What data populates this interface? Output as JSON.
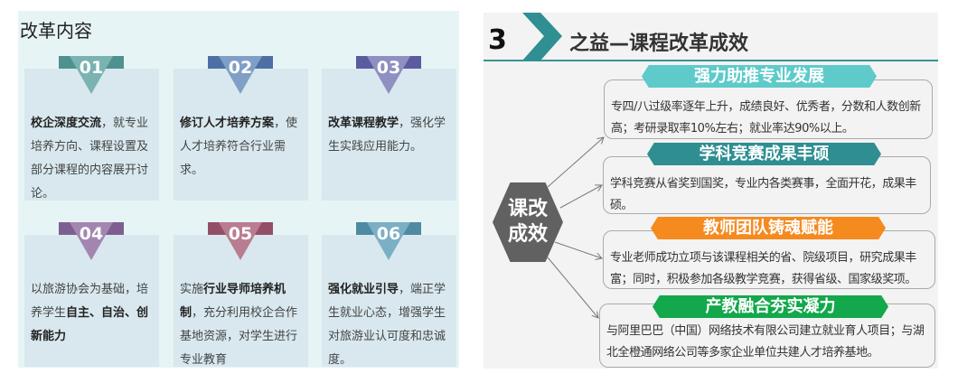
{
  "left": {
    "title": "改革内容",
    "cards": [
      {
        "num": "01",
        "color": "#7ab3b1",
        "dark": "#4f918f",
        "bold": "校企深度交流",
        "text": "，就专业培养方向、课程设置及部分课程的内容展开讨论。"
      },
      {
        "num": "02",
        "color": "#7f9fc6",
        "dark": "#4d6fa6",
        "bold": "修订人才培养方案",
        "text": "，使人才培养符合行业需求。"
      },
      {
        "num": "03",
        "color": "#8f8fc2",
        "dark": "#5b5ba0",
        "bold": "改革课程教学",
        "text": "，强化学生实践应用能力。"
      },
      {
        "num": "04",
        "color": "#a386b0",
        "dark": "#7e5e90",
        "pre": "以旅游协会为基础，培养学生",
        "bold": "自主、自治、创新能力",
        "text": ""
      },
      {
        "num": "05",
        "color": "#b97d92",
        "dark": "#944f68",
        "pre": "实施",
        "bold": "行业导师培养机制",
        "text": "，充分利用校企合作基地资源，对学生进行专业教育"
      },
      {
        "num": "06",
        "color": "#7bafc4",
        "dark": "#4f8aa3",
        "bold": "强化就业引导",
        "text": "，端正学生就业心态，增强学生对旅游业认可度和忠诚度。"
      }
    ]
  },
  "right": {
    "num": "3",
    "title": "之益—课程改革成效",
    "center": [
      "课改",
      "成效"
    ],
    "items": [
      {
        "title": "强力助推专业发展",
        "color": "#5ecaca",
        "text": "专四/八过级率逐年上升，成绩良好、优秀者，分数和人数创新高；考研录取率10%左右；就业率达90%以上。"
      },
      {
        "title": "学科竞赛成果丰硕",
        "color": "#2e8e91",
        "text": "学科竞赛从省奖到国奖，专业内各类赛事，全面开花，成果丰硕。"
      },
      {
        "title": "教师团队铸魂赋能",
        "color": "#f58a1f",
        "text": "专业老师成功立项与该课程相关的省、院级项目，研究成果丰富；同时，积极参加各级教学竞赛，获得省级、国家级奖项。"
      },
      {
        "title": "产教融合夯实凝力",
        "color": "#12a84b",
        "text": "与阿里巴巴（中国）网络技术有限公司建立就业育人项目；与湖北全橙通网络公司等多家企业单位共建人才培养基地。"
      }
    ]
  }
}
